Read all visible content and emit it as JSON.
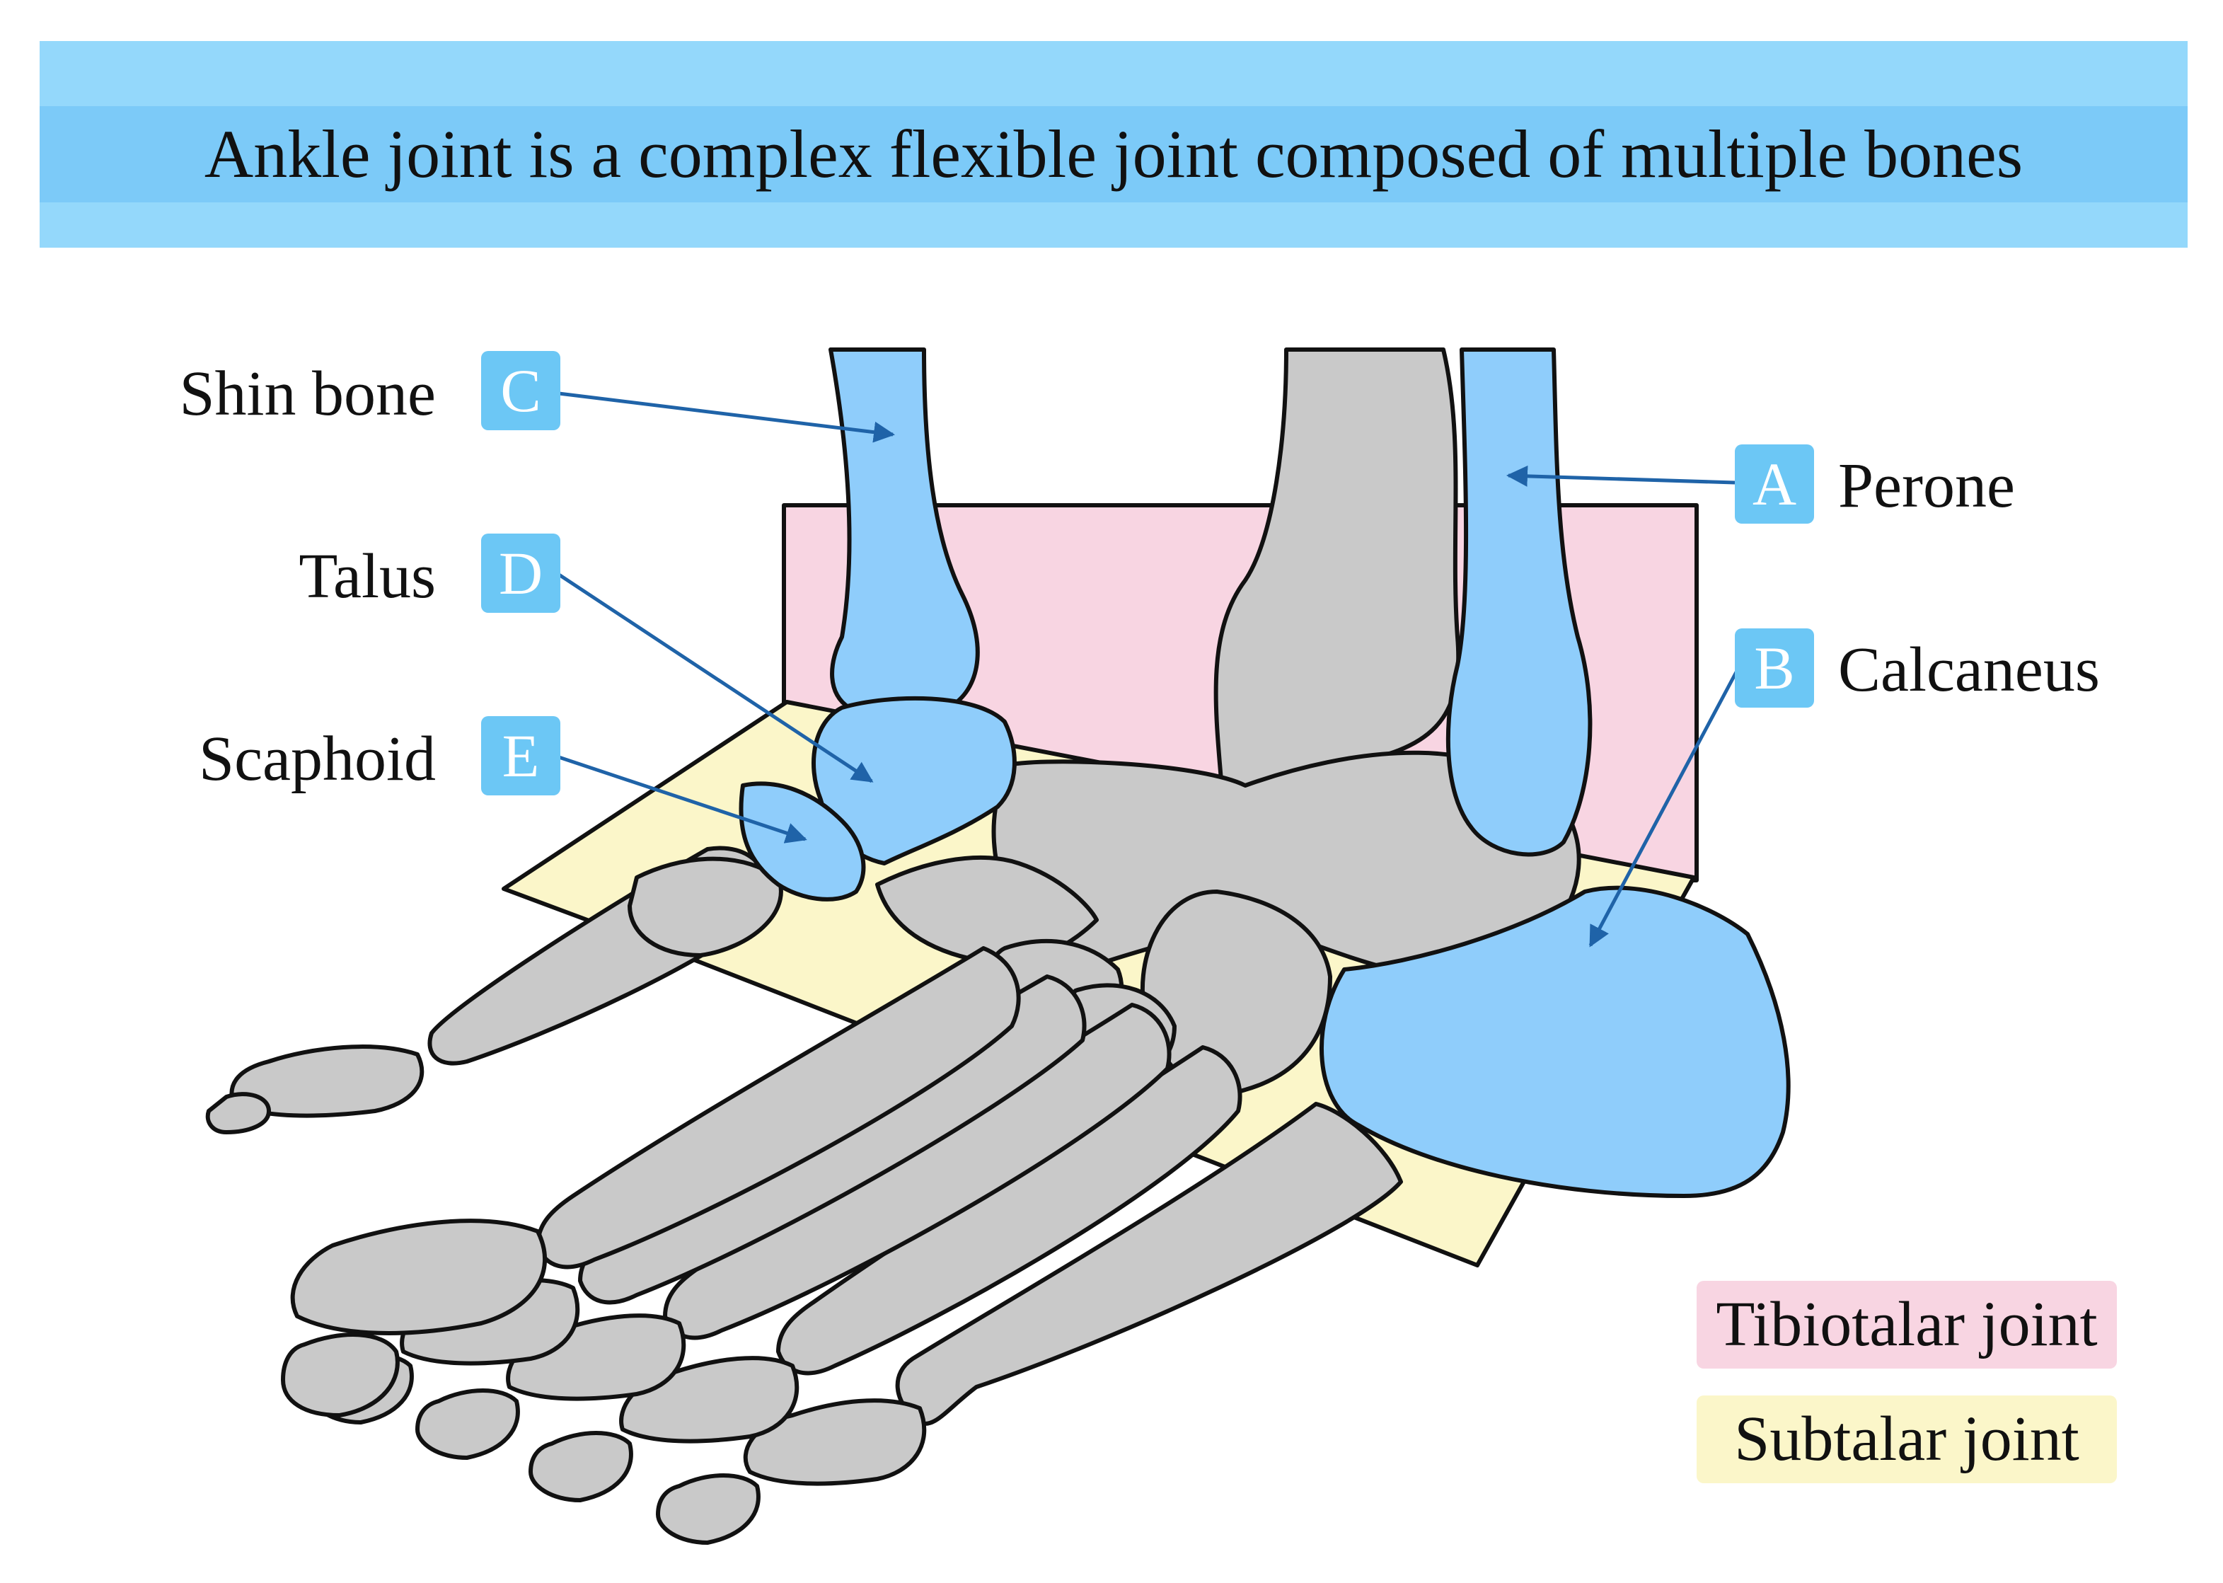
{
  "title": "Ankle joint is a complex flexible joint composed of multiple bones",
  "labels": {
    "shin_bone": "Shin bone",
    "talus": "Talus",
    "scaphoid": "Scaphoid",
    "perone": "Perone",
    "calcaneus": "Calcaneus"
  },
  "badges": {
    "a": "A",
    "b": "B",
    "c": "C",
    "d": "D",
    "e": "E"
  },
  "legend": {
    "tibiotalar": "Tibiotalar joint",
    "subtalar": "Subtalar joint"
  },
  "colors": {
    "banner": "#94d8fb",
    "banner_band": "#7ccaf8",
    "highlighted_bone": "#8fcdfb",
    "bone": "#c9c9c9",
    "tibiotalar_plane": "#f8d5e2",
    "subtalar_plane": "#fbf6c9",
    "badge": "#6cc7f5",
    "arrow": "#1f63a8"
  }
}
